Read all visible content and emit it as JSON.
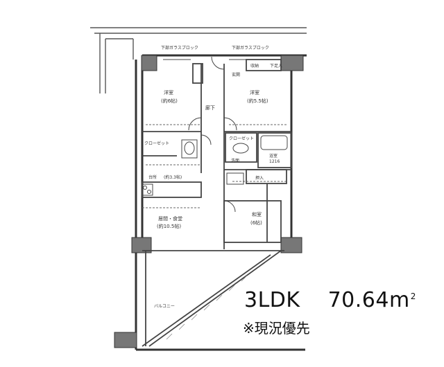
{
  "plan": {
    "top_labels": [
      "下部ガラスブロック",
      "下部ガラスブロック"
    ],
    "rooms": {
      "western_left": "洋室",
      "western_left_size": "(約6帖)",
      "western_right": "洋室",
      "western_right_size": "(約5.5帖)",
      "hallway": "廊下",
      "entrance": "玄関",
      "storage": "収納",
      "shoe_box": "下足入",
      "closet_left": "クローゼット",
      "closet_right": "クローゼット",
      "washroom": "洗面",
      "bath": "浴室",
      "bath_size": "1216",
      "oshiire": "押入",
      "kitchen": "台所",
      "kitchen_size": "(約3.3帖)",
      "living": "居間・食堂",
      "living_size": "(約10.5帖)",
      "japanese": "和室",
      "japanese_size": "(6帖)",
      "balcony": "バルコニー"
    }
  },
  "summary": {
    "layout": "3LDK",
    "area": "70.64",
    "unit": "m",
    "unit_sup": "2",
    "note": "※現況優先"
  }
}
